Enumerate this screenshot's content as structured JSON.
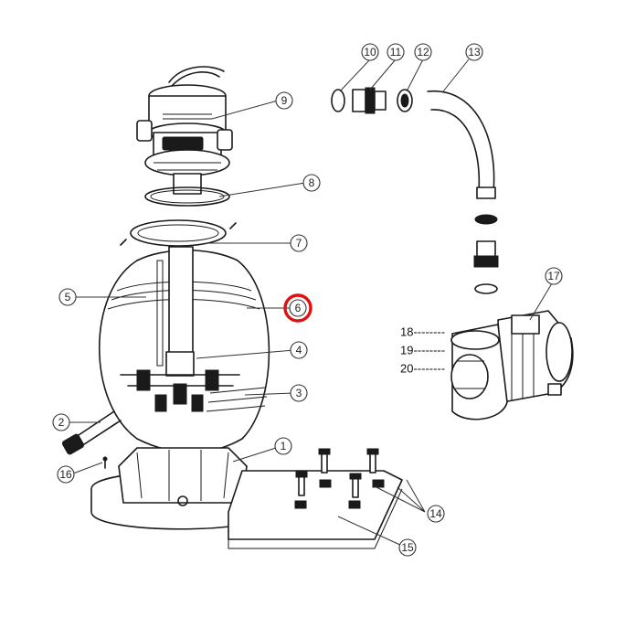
{
  "callouts": {
    "c1": "1",
    "c2": "2",
    "c3": "3",
    "c4": "4",
    "c5": "5",
    "c6": "6",
    "c7": "7",
    "c8": "8",
    "c9": "9",
    "c10": "10",
    "c11": "11",
    "c12": "12",
    "c13": "13",
    "c14": "14",
    "c15": "15",
    "c16": "16",
    "c17": "17"
  },
  "plain_labels": {
    "l18": "18--------",
    "l19": "19--------",
    "l20": "20--------"
  },
  "highlight": {
    "part": "6",
    "color": "#e01010"
  },
  "colors": {
    "line": "#1a1a1a",
    "background": "#ffffff"
  }
}
